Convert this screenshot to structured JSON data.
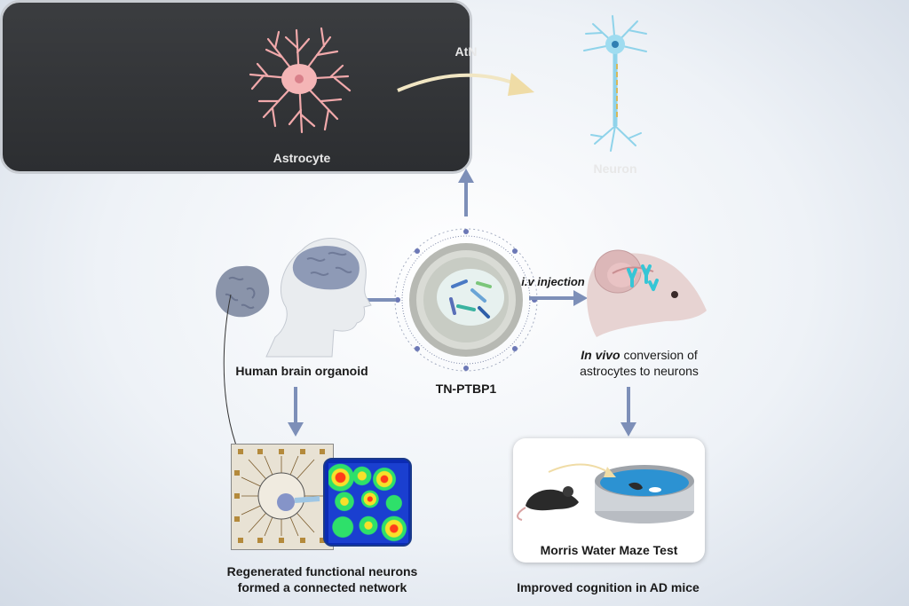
{
  "top_panel": {
    "arrow_label": "AtN",
    "left_cell": "Astrocyte",
    "right_cell": "Neuron"
  },
  "center": {
    "nanoparticle": "TN-PTBP1",
    "right_arrow_label": "i.v injection"
  },
  "left_branch": {
    "label": "Human brain organoid",
    "bottom_caption_line1": "Regenerated functional neurons",
    "bottom_caption_line2": "formed a connected network"
  },
  "right_branch": {
    "label_line1_italic": "In vivo",
    "label_line1_rest": " conversion of",
    "label_line2": "astrocytes to neurons",
    "card_title": "Morris Water Maze Test",
    "bottom_caption": "Improved cognition in AD mice"
  },
  "colors": {
    "arrow": "#7d8fb8",
    "panel_bg": "#2f3134",
    "astrocyte": "#f2aeb0",
    "neuron": "#8fd3ea"
  }
}
